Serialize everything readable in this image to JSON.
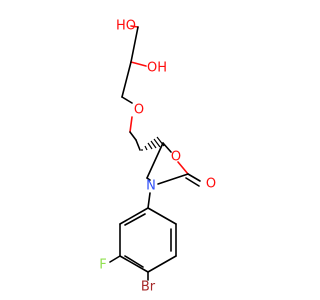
{
  "atoms": {
    "hydroxyl_top": {
      "text": "HO",
      "color": "#ff0d0d"
    },
    "hydroxyl_mid": {
      "text": "OH",
      "color": "#ff0d0d"
    },
    "ether_oxygen": {
      "text": "O",
      "color": "#ff0d0d"
    },
    "ring_oxygen": {
      "text": "O",
      "color": "#ff0d0d"
    },
    "carbonyl_oxygen": {
      "text": "O",
      "color": "#ff0d0d"
    },
    "ring_nitrogen": {
      "text": "N",
      "color": "#3050f8"
    },
    "fluorine": {
      "text": "F",
      "color": "#90e050"
    },
    "bromine": {
      "text": "Br",
      "color": "#a62929"
    }
  }
}
